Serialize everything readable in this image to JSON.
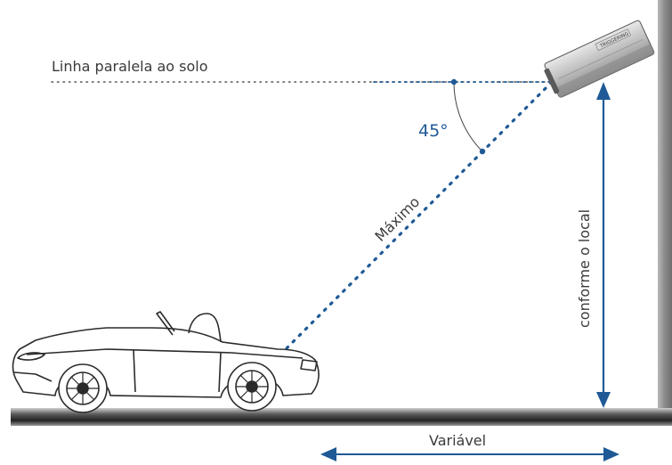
{
  "labels": {
    "parallel_line": "Linha paralela ao solo",
    "angle": "45°",
    "maximum": "Máximo",
    "height": "conforme o  local",
    "distance": "Variável"
  },
  "device": {
    "brand": "TRIGGERING"
  },
  "colors": {
    "accent": "#1f5a96",
    "text": "#3a3a3a",
    "wall": "#8a8a8a",
    "ground": "#2e2e2e"
  },
  "icons": {
    "camera": "camera-icon",
    "car": "car-icon"
  }
}
